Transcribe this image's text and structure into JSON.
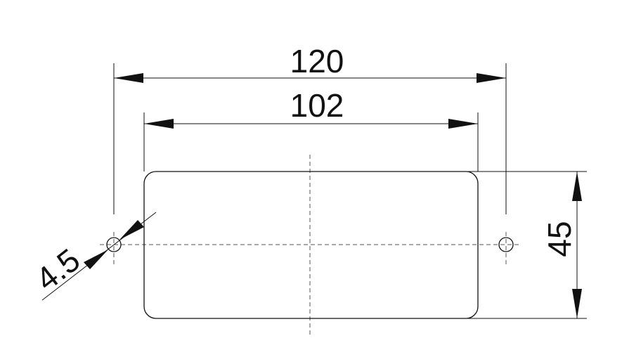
{
  "dimensions": {
    "overall_width": "120",
    "inner_width": "102",
    "height": "45",
    "hole_diameter": "4.5"
  }
}
